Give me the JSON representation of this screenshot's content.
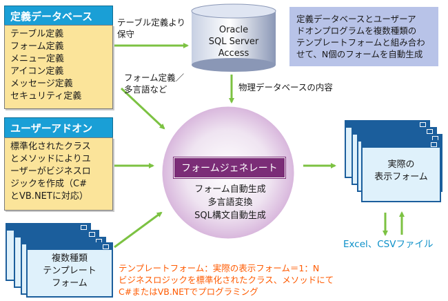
{
  "definition_db": {
    "title": "定義データベース",
    "items": [
      "テーブル定義",
      "フォーム定義",
      "メニュー定義",
      "アイコン定義",
      "メッセージ定義",
      "セキュリティ定義"
    ]
  },
  "user_addon": {
    "title": "ユーザーアドオン",
    "lines": [
      "標準化されたクラス",
      "とメソッドによりユ",
      "ーザーがビジネスロ",
      "ジックを作成（C#",
      "とVB.NETに対応）"
    ]
  },
  "template_forms": {
    "lines": [
      "複数種類",
      "テンプレート",
      "フォーム"
    ]
  },
  "database": {
    "lines": [
      "Oracle",
      "SQL Server",
      "Access"
    ]
  },
  "labels": {
    "table_arrow": [
      "テーブル定義より",
      "保守"
    ],
    "form_arrow": [
      "フォーム定義／",
      "多言語など"
    ],
    "physical": "物理データベースの内容"
  },
  "info_note": {
    "lines": [
      "定義データベースとユーザーア",
      "ドオンプログラムを複数種類の",
      "テンプレートフォームと組み合わ",
      "せて、N個のフォームを自動生成"
    ]
  },
  "generator": {
    "title": "フォームジェネレート",
    "features": [
      "フォーム自動生成",
      "多言語変換",
      "SQL構文自動生成"
    ]
  },
  "actual_forms": {
    "lines": [
      "実際の",
      "表示フォーム"
    ]
  },
  "excel_label": "Excel、CSVファイル",
  "bottom_note": {
    "lines": [
      "テンプレートフォーム：実際の表示フォーム＝1：N",
      "ビジネスロジックを標準化されたクラス、メソッドにて",
      "C#またはVB.NETでプログラミング"
    ]
  },
  "colors": {
    "header_blue": "#1a9fd6",
    "box_yellow": "#fbe49a",
    "arrow_green": "#7cc242",
    "generator_purple": "#7b2d77",
    "note_orange": "#ff5a00",
    "note_blue": "#b8c3e8"
  }
}
